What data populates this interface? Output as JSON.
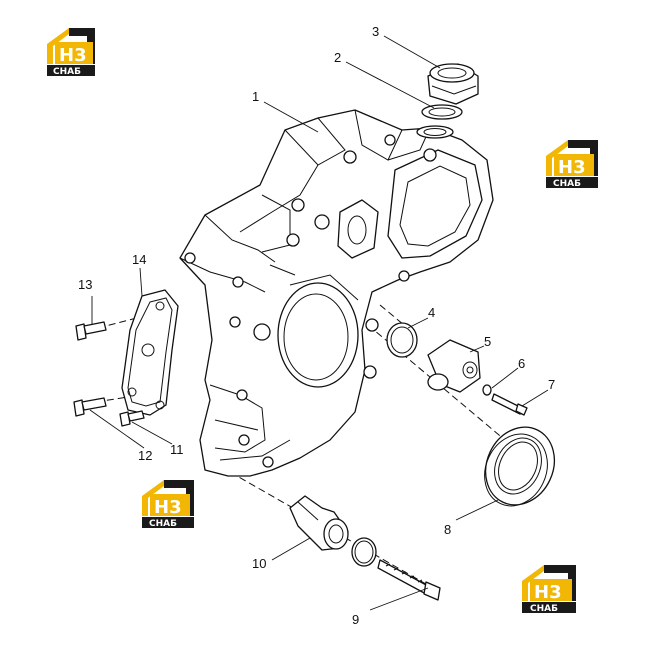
{
  "logo": {
    "main": "H3",
    "sub": "CHAБ",
    "color": "#f2b705",
    "dark": "#1a1a1a"
  },
  "callouts": [
    "1",
    "2",
    "3",
    "4",
    "5",
    "6",
    "7",
    "8",
    "9",
    "10",
    "11",
    "12",
    "13",
    "14"
  ]
}
